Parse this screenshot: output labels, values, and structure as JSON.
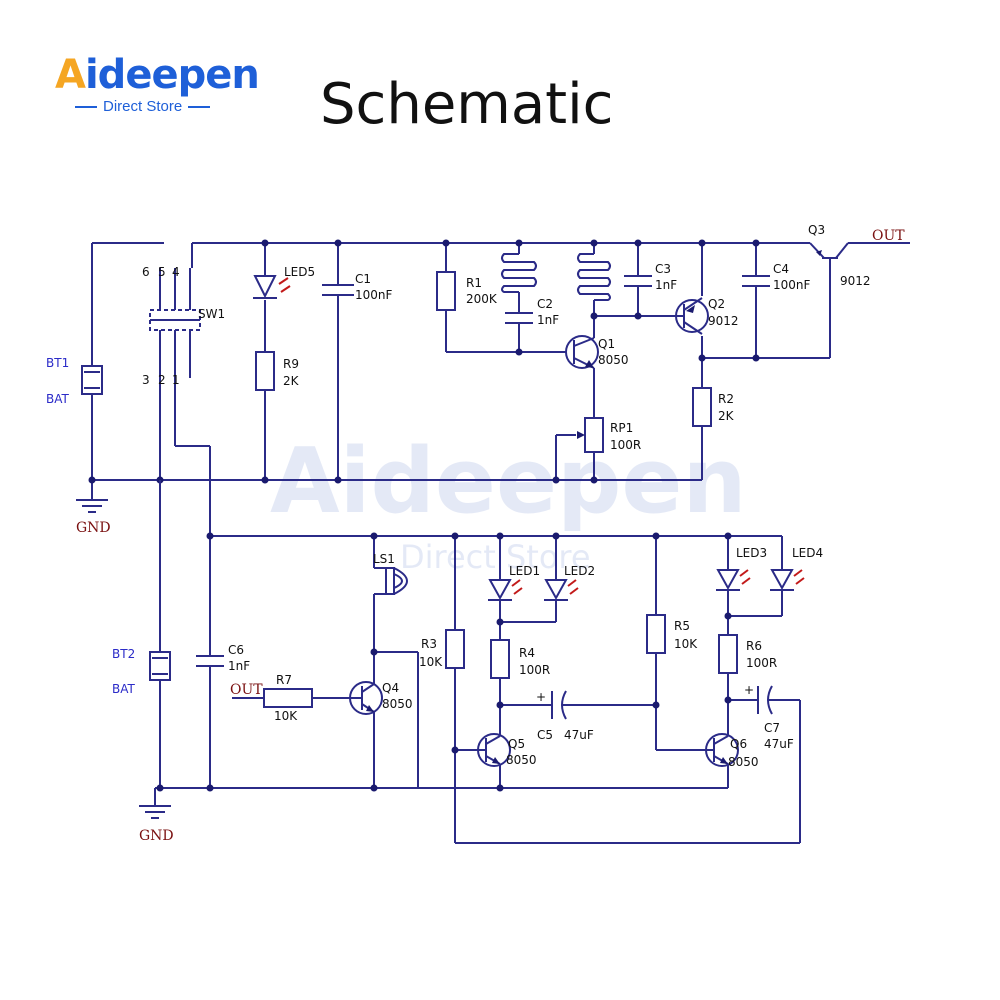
{
  "logo": {
    "brand_a": "A",
    "brand_rest": "ideepen",
    "subtitle": "Direct Store"
  },
  "title": "Schematic",
  "watermark": {
    "brand": "Aideepen",
    "subtitle": "Direct Store"
  },
  "labels": {
    "led5": "LED5",
    "c1": "C1",
    "c1v": "100nF",
    "r1": "R1",
    "r1v": "200K",
    "c2": "C2",
    "c2v": "1nF",
    "c3": "C3",
    "c3v": "1nF",
    "q2": "Q2",
    "q2v": "9012",
    "c4": "C4",
    "c4v": "100nF",
    "q3": "Q3",
    "q3v": "9012",
    "out1": "OUT",
    "sw1": "SW1",
    "bt1": "BT1",
    "bat1": "BAT",
    "r9": "R9",
    "r9v": "2K",
    "q1": "Q1",
    "q1v": "8050",
    "rp1": "RP1",
    "rp1v": "100R",
    "r2": "R2",
    "r2v": "2K",
    "gnd1": "GND",
    "ls1": "LS1",
    "led1": "LED1",
    "led2": "LED2",
    "led3": "LED3",
    "led4": "LED4",
    "bt2": "BT2",
    "bat2": "BAT",
    "c6": "C6",
    "c6v": "1nF",
    "r3": "R3",
    "r3v": "10K",
    "r4": "R4",
    "r4v": "100R",
    "r5": "R5",
    "r5v": "10K",
    "r6": "R6",
    "r6v": "100R",
    "out2": "OUT",
    "r7": "R7",
    "r7v": "10K",
    "q4": "Q4",
    "q4v": "8050",
    "c5": "C5",
    "c5v": "47uF",
    "q5": "Q5",
    "q5v": "8050",
    "c7": "C7",
    "c7v": "47uF",
    "q6": "Q6",
    "q6v": "8050",
    "gnd2": "GND",
    "pin1": "1",
    "pin2": "2",
    "pin3": "3",
    "pin4": "4",
    "pin5": "5",
    "pin6": "6",
    "plus": "+"
  }
}
